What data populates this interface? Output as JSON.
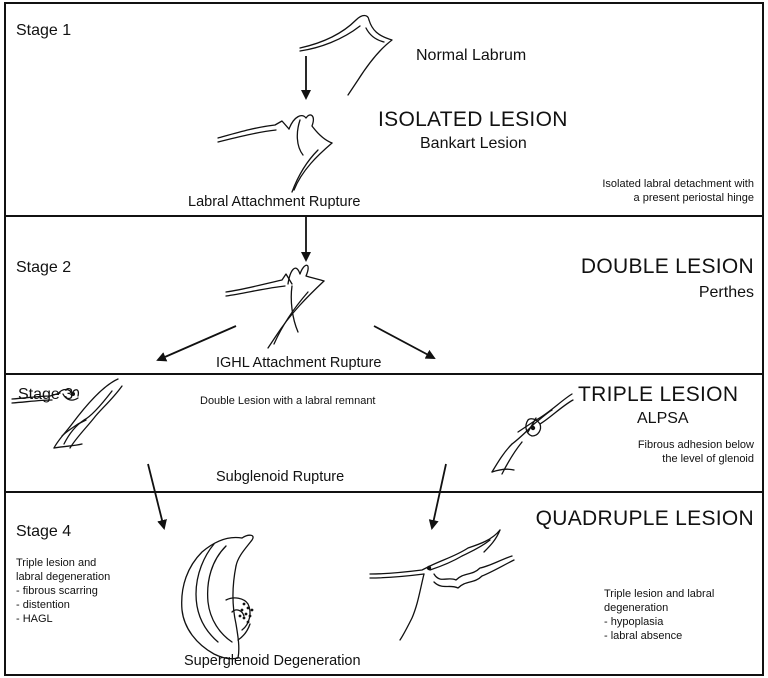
{
  "stage1": {
    "label": "Stage 1",
    "normal": "Normal Labrum",
    "lesion_title": "ISOLATED LESION",
    "lesion_name": "Bankart Lesion",
    "rupture": "Labral Attachment Rupture",
    "desc": [
      "Isolated labral detachment with",
      "a present periostal hinge"
    ]
  },
  "stage2": {
    "label": "Stage 2",
    "lesion_title": "DOUBLE LESION",
    "lesion_name": "Perthes",
    "rupture": "IGHL Attachment Rupture"
  },
  "stage3": {
    "label": "Stage 3",
    "note": "Double Lesion with a labral remnant",
    "lesion_title": "TRIPLE LESION",
    "lesion_name": "ALPSA",
    "desc": [
      "Fibrous adhesion below",
      "the level of glenoid"
    ],
    "rupture": "Subglenoid Rupture"
  },
  "stage4": {
    "label": "Stage 4",
    "lesion_title": "QUADRUPLE  LESION",
    "left_desc": [
      "Triple  lesion and",
      "labral degeneration",
      "- fibrous scarring",
      "- distention",
      "- HAGL"
    ],
    "right_desc": [
      "Triple  lesion and labral",
      "degeneration",
      "- hypoplasia",
      "- labral absence"
    ],
    "rupture": "Superglenoid Degeneration"
  }
}
